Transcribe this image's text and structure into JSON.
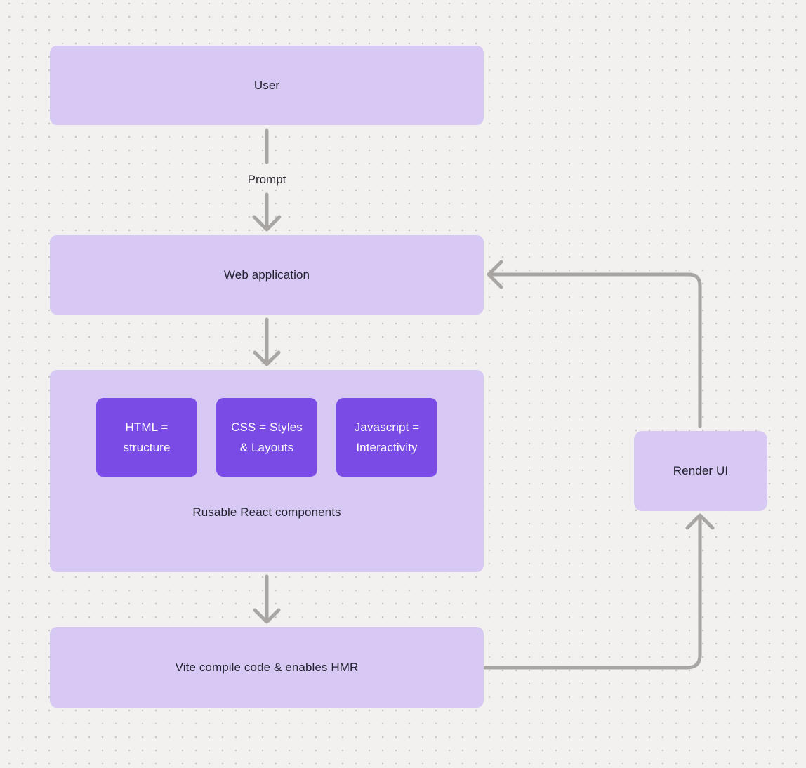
{
  "diagram": {
    "nodes": {
      "user": {
        "label": "User"
      },
      "web_application": {
        "label": "Web application"
      },
      "components": {
        "label": "Rusable React components",
        "boxes": [
          {
            "line1": "HTML =",
            "line2": "structure"
          },
          {
            "line1": "CSS = Styles",
            "line2": "& Layouts"
          },
          {
            "line1": "Javascript =",
            "line2": "Interactivity"
          }
        ]
      },
      "vite": {
        "label": "Vite compile code & enables HMR"
      },
      "render_ui": {
        "label": "Render UI"
      }
    },
    "edges": {
      "prompt_label": "Prompt"
    },
    "colors": {
      "background": "#f2f1f0",
      "dot_grid": "#c9c7c5",
      "node_fill": "#d7c9f4",
      "accent_fill": "#7b4ce5",
      "accent_text": "#ffffff",
      "text": "#23222f",
      "connector": "#a8a5a3"
    }
  }
}
